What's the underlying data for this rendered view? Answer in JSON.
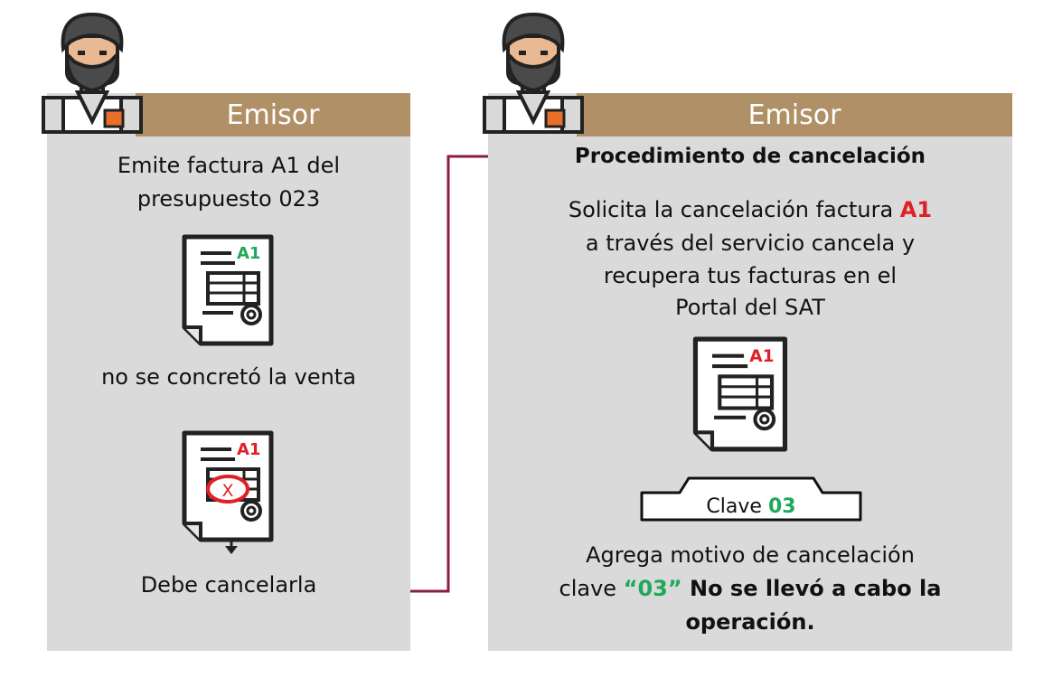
{
  "left_panel": {
    "header": "Emisor",
    "line1": "Emite factura A1 del",
    "line2": "presupuesto 023",
    "doc_label": "A1",
    "middle_text": "no se concretó la venta",
    "cancel_doc_label": "A1",
    "cancel_mark": "X",
    "bottom_text": "Debe cancelarla"
  },
  "right_panel": {
    "header": "Emisor",
    "title": "Procedimiento de cancelación",
    "desc1_pre": "Solicita la cancelación factura ",
    "desc1_code": "A1",
    "desc2": "a través del servicio cancela y",
    "desc3": "recupera tus facturas en el",
    "desc4": "Portal del SAT",
    "doc_label": "A1",
    "clave_prefix": "Clave ",
    "clave_code": "03",
    "motivo1": "Agrega motivo de cancelación",
    "motivo2_pre": "clave ",
    "motivo2_code": "“03”",
    "motivo2_bold": " No se llevó a cabo la",
    "motivo3": "operación."
  },
  "colors": {
    "header": "#b09066",
    "panel": "#dadada",
    "arrow": "#8a1e3d",
    "code_red": "#e01f27",
    "code_green": "#1fa95a"
  }
}
